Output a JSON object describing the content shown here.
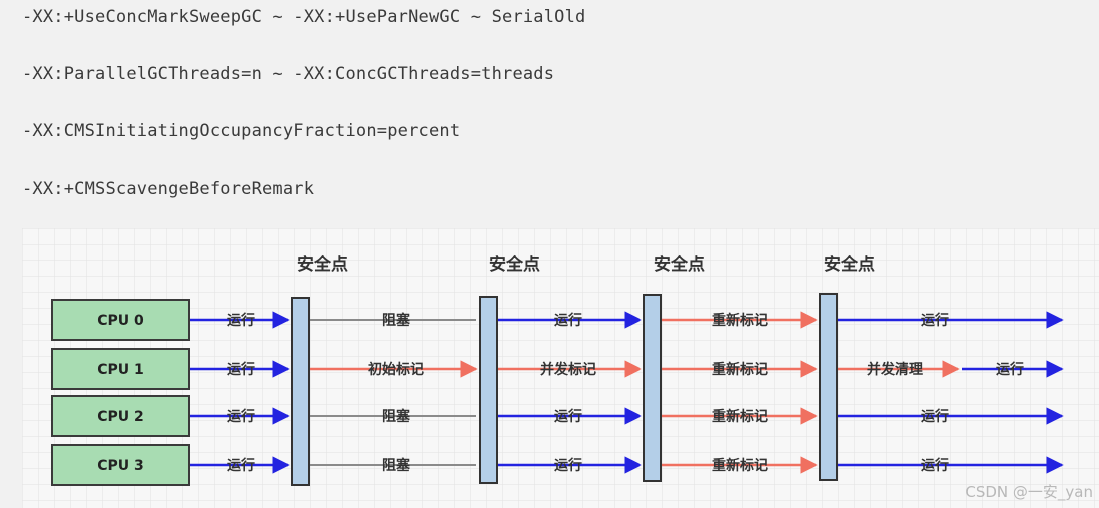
{
  "params": [
    "-XX:+UseConcMarkSweepGC ~ -XX:+UseParNewGC ~ SerialOld",
    "-XX:ParallelGCThreads=n ~ -XX:ConcGCThreads=threads",
    "-XX:CMSInitiatingOccupancyFraction=percent",
    "-XX:+CMSScavengeBeforeRemark"
  ],
  "diagram": {
    "safepoint_label": "安全点",
    "cpus": [
      {
        "label": "CPU 0",
        "segments": [
          {
            "text": "运行",
            "kind": "run"
          },
          {
            "text": "阻塞",
            "kind": "block"
          },
          {
            "text": "运行",
            "kind": "run"
          },
          {
            "text": "重新标记",
            "kind": "gc"
          },
          {
            "text": "运行",
            "kind": "run"
          }
        ]
      },
      {
        "label": "CPU 1",
        "segments": [
          {
            "text": "运行",
            "kind": "run"
          },
          {
            "text": "初始标记",
            "kind": "gc"
          },
          {
            "text": "并发标记",
            "kind": "gc"
          },
          {
            "text": "重新标记",
            "kind": "gc"
          },
          {
            "text": "并发清理",
            "kind": "gc",
            "then": "运行"
          }
        ]
      },
      {
        "label": "CPU 2",
        "segments": [
          {
            "text": "运行",
            "kind": "run"
          },
          {
            "text": "阻塞",
            "kind": "block"
          },
          {
            "text": "运行",
            "kind": "run"
          },
          {
            "text": "重新标记",
            "kind": "gc"
          },
          {
            "text": "运行",
            "kind": "run"
          }
        ]
      },
      {
        "label": "CPU 3",
        "segments": [
          {
            "text": "运行",
            "kind": "run"
          },
          {
            "text": "阻塞",
            "kind": "block"
          },
          {
            "text": "运行",
            "kind": "run"
          },
          {
            "text": "重新标记",
            "kind": "gc"
          },
          {
            "text": "运行",
            "kind": "run"
          }
        ]
      }
    ],
    "colors": {
      "run": "#2323e0",
      "gc": "#f07060",
      "block": "#8a8a8a",
      "cpu_fill": "#a8dcb2",
      "cpu_border": "#3a3a3a",
      "bar_fill": "#b4cfe8",
      "bar_border": "#333333"
    }
  },
  "watermark": "CSDN @一安_yan"
}
